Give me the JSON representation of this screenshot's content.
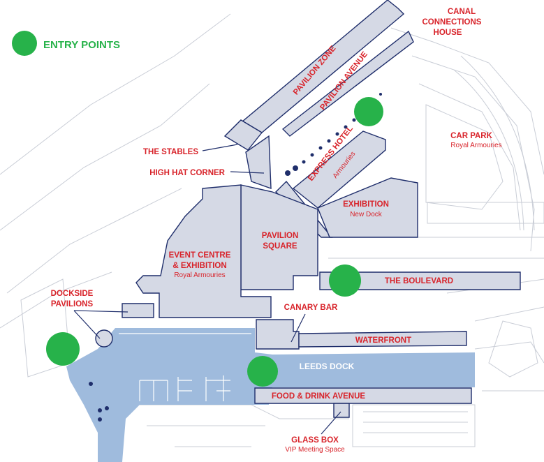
{
  "legend": {
    "label": "ENTRY POINTS",
    "color": "#27b24a"
  },
  "colors": {
    "label_red": "#d8232a",
    "building_fill": "#d5d9e5",
    "outline_navy": "#1f2e6b",
    "water": "#9fbbdd"
  },
  "labels": {
    "canal_house": [
      "CANAL",
      "CONNECTIONS",
      "HOUSE"
    ],
    "pavilion_zone": "PAVILION ZONE",
    "pavilion_avenue": "PAVILION AVENUE",
    "car_park": "CAR PARK",
    "car_park_sub": "Royal Armouries",
    "the_stables": "THE STABLES",
    "high_hat_corner": "HIGH HAT CORNER",
    "express_hotel": "EXPRESS HOTEL",
    "express_hotel_sub": "Armouries",
    "exhibition": "EXHIBITION",
    "exhibition_sub": "New Dock",
    "pavilion_square": [
      "PAVILION",
      "SQUARE"
    ],
    "event_centre": [
      "EVENT CENTRE",
      "& EXHIBITION"
    ],
    "event_centre_sub": "Royal Armouries",
    "the_boulevard": "THE BOULEVARD",
    "dockside_pavilions": [
      "DOCKSIDE",
      "PAVILIONS"
    ],
    "canary_bar": "CANARY BAR",
    "waterfront": "WATERFRONT",
    "leeds_dock": "LEEDS DOCK",
    "food_drink_avenue": "FOOD & DRINK AVENUE",
    "glass_box": "GLASS BOX",
    "glass_box_sub": "VIP Meeting Space"
  }
}
